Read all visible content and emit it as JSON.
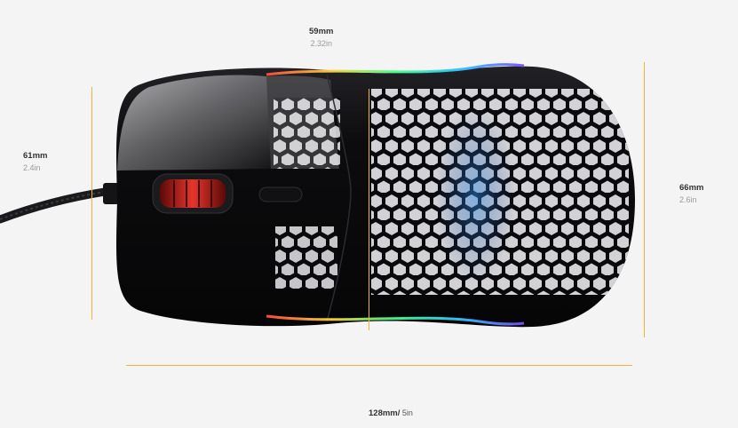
{
  "dimensions": {
    "width_top": {
      "mm": "59mm",
      "inch": "2.32in"
    },
    "front_height": {
      "mm": "61mm",
      "inch": "2.4in"
    },
    "rear_height": {
      "mm": "66mm",
      "inch": "2.6in"
    },
    "length": {
      "mm": "128mm/",
      "inch": " 5in"
    }
  },
  "colors": {
    "background": "#f4f4f4",
    "measure_line": "#f2b33a",
    "mouse_shell": "#0b0b0d",
    "scroll_wheel": "#c8231f",
    "rgb_glow": [
      "#ff4d3d",
      "#ffd23c",
      "#3dff8a",
      "#34c6ff",
      "#7a4dff"
    ]
  },
  "object": {
    "subject": "mouse-product-photo"
  }
}
